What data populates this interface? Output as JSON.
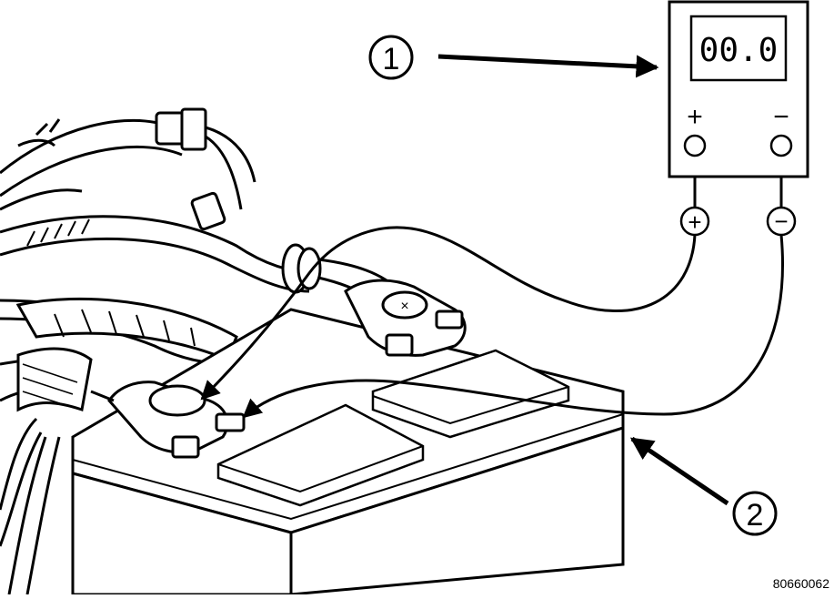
{
  "meter": {
    "display": "00.0",
    "plus_symbol": "+",
    "minus_symbol": "−"
  },
  "leads": {
    "positive_symbol": "+",
    "negative_symbol": "−"
  },
  "callouts": [
    {
      "number": "1"
    },
    {
      "number": "2"
    }
  ],
  "figure_id": "80660062",
  "colors": {
    "ink": "#000000",
    "paper": "#ffffff",
    "shade": "#f2f2f2"
  }
}
